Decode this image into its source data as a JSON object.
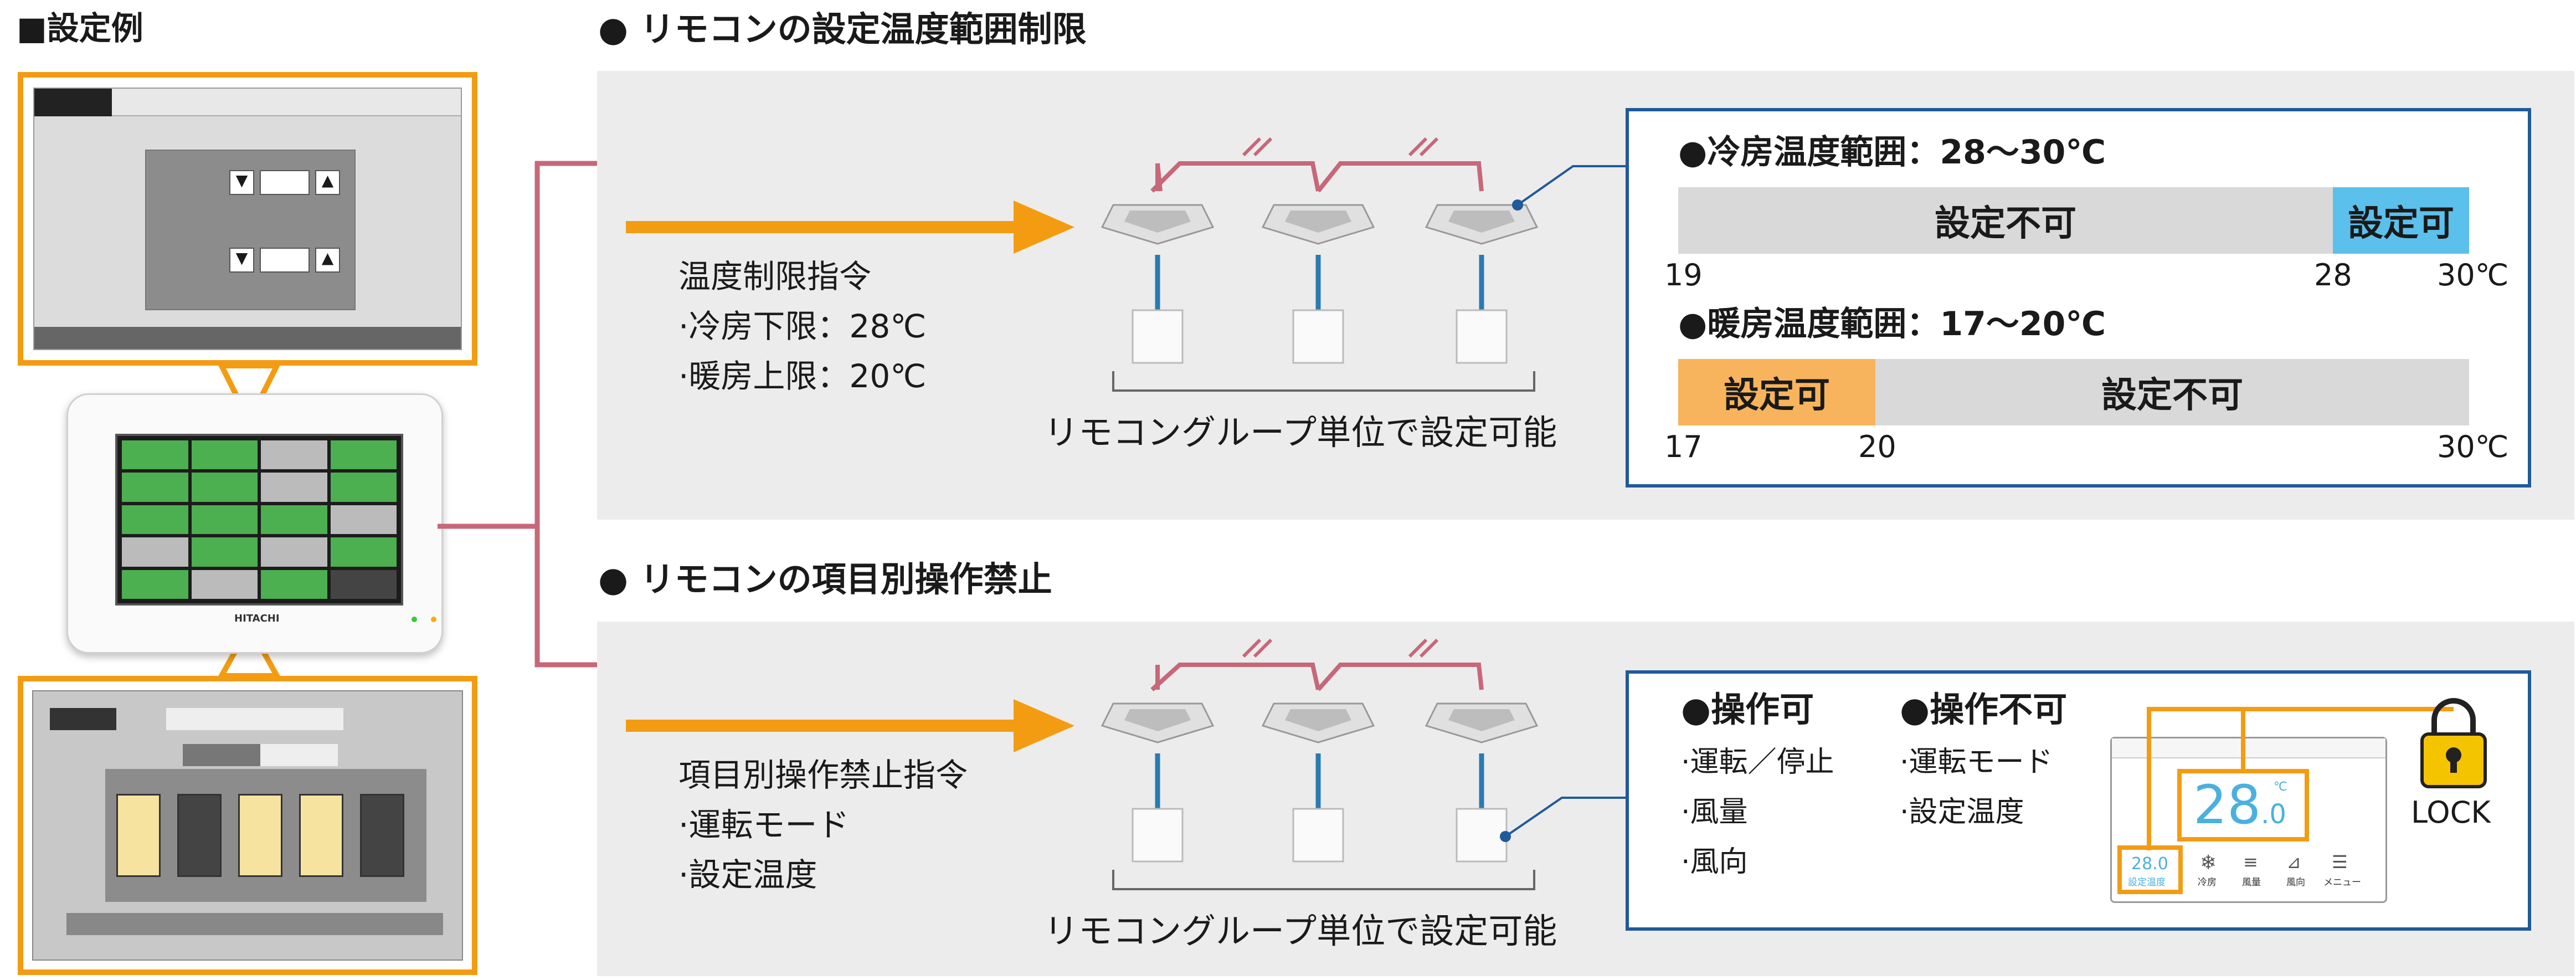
{
  "left": {
    "title": "■設定例",
    "controller_brand": "HITACHI"
  },
  "section1": {
    "title": "● リモコンの設定温度範囲制限",
    "command_title": "温度制限指令",
    "command_lines": [
      "·冷房下限：28℃",
      "·暖房上限：20℃"
    ],
    "group_caption": "リモコングループ単位で設定可能",
    "cooling": {
      "heading": "●冷房温度範囲：28〜30℃",
      "disabled_label": "設定不可",
      "enabled_label": "設定可",
      "ticks": [
        "19",
        "28",
        "30℃"
      ]
    },
    "heating": {
      "heading": "●暖房温度範囲：17〜20℃",
      "enabled_label": "設定可",
      "disabled_label": "設定不可",
      "ticks": [
        "17",
        "20",
        "30℃"
      ]
    }
  },
  "section2": {
    "title": "● リモコンの項目別操作禁止",
    "command_title": "項目別操作禁止指令",
    "command_lines": [
      "·運転モード",
      "·設定温度"
    ],
    "group_caption": "リモコングループ単位で設定可能",
    "allowed": {
      "heading": "●操作可",
      "items": [
        "·運転／停止",
        "·風量",
        "·風向"
      ]
    },
    "prohibited": {
      "heading": "●操作不可",
      "items": [
        "·運転モード",
        "·設定温度"
      ]
    },
    "remote_display": {
      "temp_main": "28",
      "temp_decimal": ".0",
      "unit": "℃",
      "small_temp": "28.0",
      "labels": [
        "設定温度",
        "冷房",
        "風量",
        "風向",
        "メニュー"
      ]
    },
    "lock_label": "LOCK"
  },
  "colors": {
    "accent_orange": "#f5a01e",
    "wire_red": "#c7677a",
    "cyan_blue": "#5bc0eb",
    "box_blue": "#1f5a9a",
    "bar_grey": "#d9d9d9",
    "bar_orange": "#f7b45c",
    "lock_yellow": "#f5c400",
    "temp_blue": "#4ab0e0"
  }
}
